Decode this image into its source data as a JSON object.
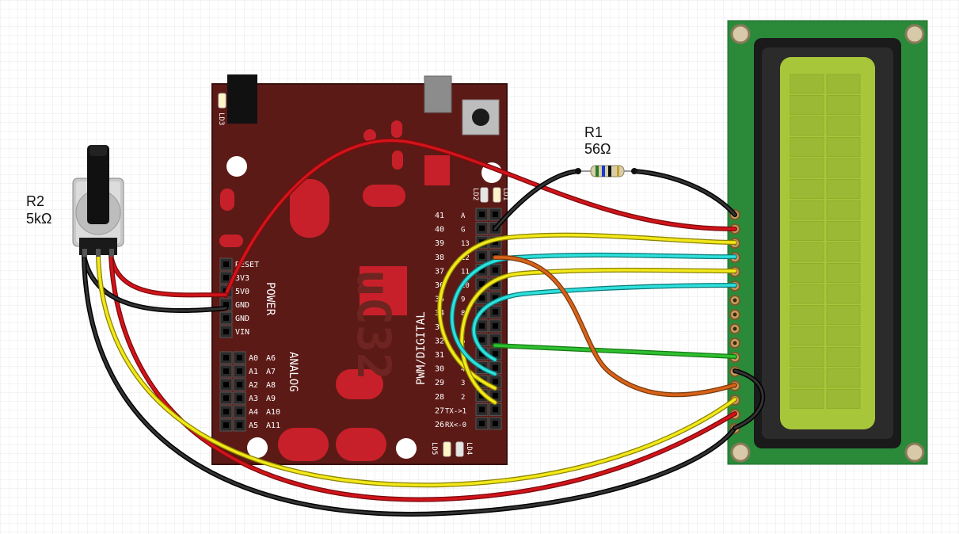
{
  "board": {
    "name": "uC32",
    "power_label": "POWER",
    "analog_label": "ANALOG",
    "digital_label": "PWM/DIGITAL",
    "power_pins": [
      "RESET",
      "3V3",
      "5V0",
      "GND",
      "GND",
      "VIN"
    ],
    "analog_pins": [
      [
        "A0",
        "A6"
      ],
      [
        "A1",
        "A7"
      ],
      [
        "A2",
        "A8"
      ],
      [
        "A3",
        "A9"
      ],
      [
        "A4",
        "A10"
      ],
      [
        "A5",
        "A11"
      ]
    ],
    "digital_left": [
      "41",
      "40",
      "39",
      "38",
      "37",
      "36",
      "35",
      "34",
      "33",
      "32",
      "31",
      "30",
      "29",
      "28",
      "27",
      "26"
    ],
    "digital_right": [
      "A",
      "G",
      "13",
      "12",
      "11",
      "10",
      "9",
      "8",
      "7",
      "6",
      "5",
      "4",
      "3",
      "2",
      "TX->1",
      "RX<-0"
    ],
    "leds": {
      "ld1": "LD1",
      "ld2": "LD2",
      "ld3": "LD3",
      "ld4": "LD4",
      "ld5": "LD5"
    }
  },
  "resistor": {
    "ref": "R1",
    "value": "56Ω"
  },
  "potentiometer": {
    "ref": "R2",
    "value": "5kΩ"
  },
  "colors": {
    "background": "#ffffff",
    "grid": "#e6e6e6",
    "board": "#5c1a16",
    "board_pad": "#c8202a",
    "lcd_pcb": "#2a8a3a",
    "lcd_bezel": "#1a1a1a",
    "lcd_screen": "#a8c63a",
    "wire_red": "#d0141a",
    "wire_black": "#1a1a1a",
    "wire_yellow": "#f2e81a",
    "wire_cyan": "#2ee0dc",
    "wire_green": "#2fbf2f",
    "wire_orange": "#d8621a"
  }
}
